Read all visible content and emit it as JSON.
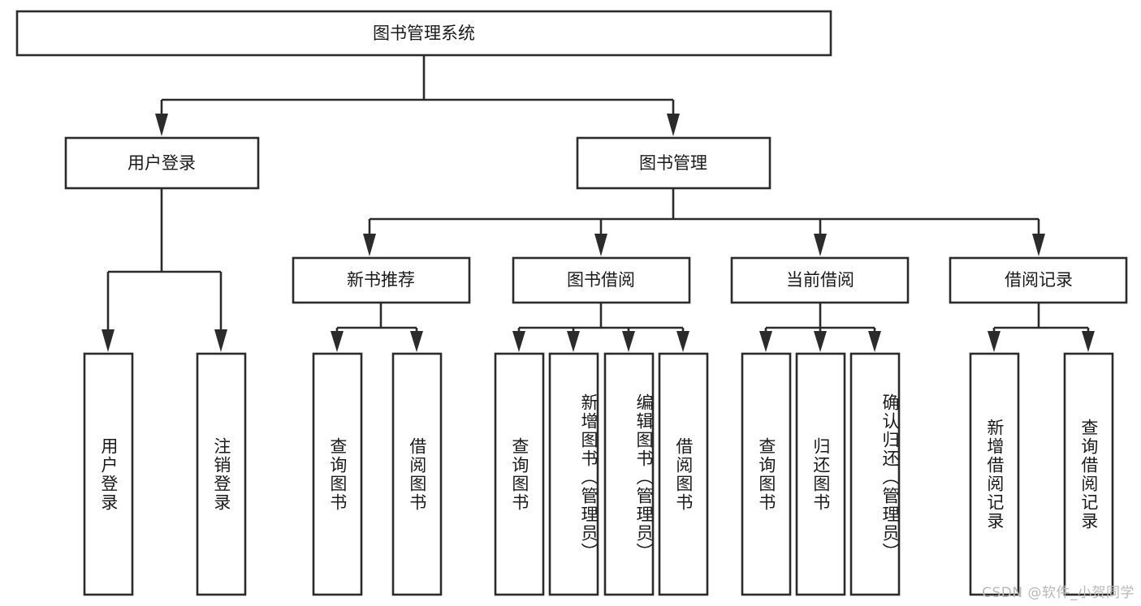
{
  "diagram": {
    "title_node": {
      "label": "图书管理系统"
    },
    "level2": [
      {
        "id": "user-login",
        "label": "用户登录"
      },
      {
        "id": "book-management",
        "label": "图书管理"
      }
    ],
    "level3": [
      {
        "id": "new-book-recommend",
        "label": "新书推荐",
        "parent": "book-management"
      },
      {
        "id": "book-borrow",
        "label": "图书借阅",
        "parent": "book-management"
      },
      {
        "id": "current-borrow",
        "label": "当前借阅",
        "parent": "book-management"
      },
      {
        "id": "borrow-record",
        "label": "借阅记录",
        "parent": "book-management"
      }
    ],
    "leaves": {
      "user-login": [
        {
          "id": "leaf-user-login",
          "label": "用户登录"
        },
        {
          "id": "leaf-user-logout",
          "label": "注销登录"
        }
      ],
      "new-book-recommend": [
        {
          "id": "leaf-query-book-1",
          "label": "查询图书"
        },
        {
          "id": "leaf-borrow-book-1",
          "label": "借阅图书"
        }
      ],
      "book-borrow": [
        {
          "id": "leaf-query-book-2",
          "label": "查询图书"
        },
        {
          "id": "leaf-add-book",
          "label": "新增图书（管理员）"
        },
        {
          "id": "leaf-edit-book",
          "label": "编辑图书（管理员）"
        },
        {
          "id": "leaf-borrow-book-2",
          "label": "借阅图书"
        }
      ],
      "current-borrow": [
        {
          "id": "leaf-query-book-3",
          "label": "查询图书"
        },
        {
          "id": "leaf-return-book",
          "label": "归还图书"
        },
        {
          "id": "leaf-confirm-return",
          "label": "确认归还（管理员）"
        }
      ],
      "borrow-record": [
        {
          "id": "leaf-add-record",
          "label": "新增借阅记录"
        },
        {
          "id": "leaf-query-record",
          "label": "查询借阅记录"
        }
      ]
    }
  },
  "watermark": {
    "text": "CSDN @软件_小贺同学"
  },
  "colors": {
    "stroke": "#2b2b2b",
    "box_fill": "#ffffff",
    "text": "#1a1a1a",
    "watermark": "#b9b9b9",
    "background": "#ffffff"
  }
}
